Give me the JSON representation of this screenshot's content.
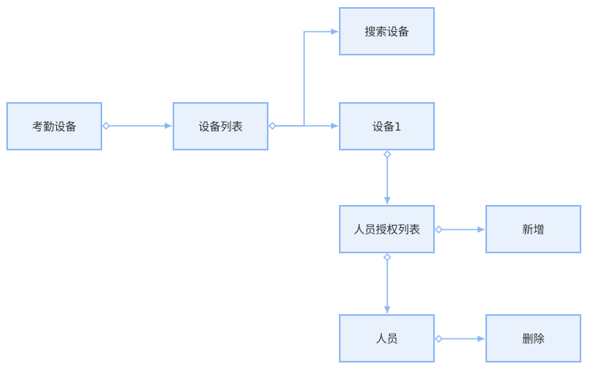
{
  "colors": {
    "node_fill": "#e9f1fd",
    "node_border": "#8db8f5",
    "edge": "#8db8f5",
    "text": "#333333"
  },
  "nodes": {
    "attendance_device": "考勤设备",
    "device_list": "设备列表",
    "search_device": "搜索设备",
    "device_1": "设备1",
    "personnel_auth_list": "人员授权列表",
    "add": "新增",
    "personnel": "人员",
    "delete": "删除"
  },
  "edges": [
    {
      "from": "attendance_device",
      "to": "device_list",
      "source_marker": "diamond",
      "target_marker": "arrow"
    },
    {
      "from": "device_list",
      "to": "search_device",
      "source_marker": "diamond",
      "target_marker": "arrow"
    },
    {
      "from": "device_list",
      "to": "device_1",
      "source_marker": "diamond",
      "target_marker": "arrow"
    },
    {
      "from": "device_1",
      "to": "personnel_auth_list",
      "source_marker": "diamond",
      "target_marker": "arrow"
    },
    {
      "from": "personnel_auth_list",
      "to": "add",
      "source_marker": "diamond",
      "target_marker": "arrow"
    },
    {
      "from": "personnel_auth_list",
      "to": "personnel",
      "source_marker": "diamond",
      "target_marker": "arrow"
    },
    {
      "from": "personnel",
      "to": "delete",
      "source_marker": "diamond",
      "target_marker": "arrow"
    }
  ]
}
